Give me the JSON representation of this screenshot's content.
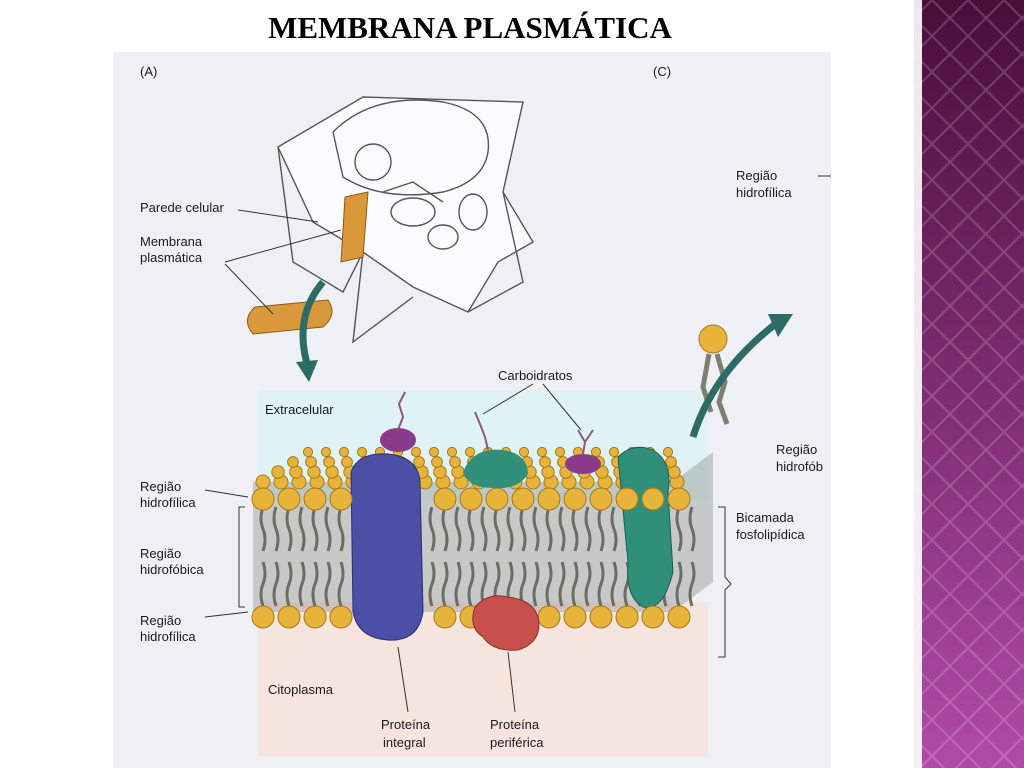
{
  "title": "MEMBRANA PLASMÁTICA",
  "figure": {
    "panel_a": "(A)",
    "panel_c": "(C)",
    "labels": {
      "parede_celular": "Parede celular",
      "membrana_1": "Membrana",
      "membrana_2": "plasmática",
      "carboidratos": "Carboidratos",
      "extracelular": "Extracelular",
      "citoplasma": "Citoplasma",
      "regiao_hidrofilica_top_1": "Região",
      "regiao_hidrofilica_top_2": "hidrofílica",
      "regiao_hidrofobica_1": "Região",
      "regiao_hidrofobica_2": "hidrofóbica",
      "regiao_hidrofilica_bottom_1": "Região",
      "regiao_hidrofilica_bottom_2": "hidrofílica",
      "proteina_integral_1": "Proteína",
      "proteina_integral_2": "integral",
      "proteina_periferica_1": "Proteína",
      "proteina_periferica_2": "periférica",
      "bicamada_1": "Bicamada",
      "bicamada_2": "fosfolipídica",
      "c_regiao_hidrofilica_1": "Região",
      "c_regiao_hidrofilica_2": "hidrofílica",
      "c_regiao_hidrofobica_1": "Região",
      "c_regiao_hidrofobica_2": "hidrofób"
    }
  },
  "colors": {
    "lipid_head": "#e8b33a",
    "tail": "#7c8073",
    "integral_protein": "#4b4fa6",
    "peripheral_protein": "#c8504a",
    "carbohydrate_protein": "#2f8f78",
    "glycoprotein_purple": "#8a3a8a",
    "arrow": "#2d6b66",
    "membrane_orange": "#d9993a",
    "panel_bg_top": "#4a0e3a",
    "panel_bg_bottom": "#b04aa8"
  }
}
